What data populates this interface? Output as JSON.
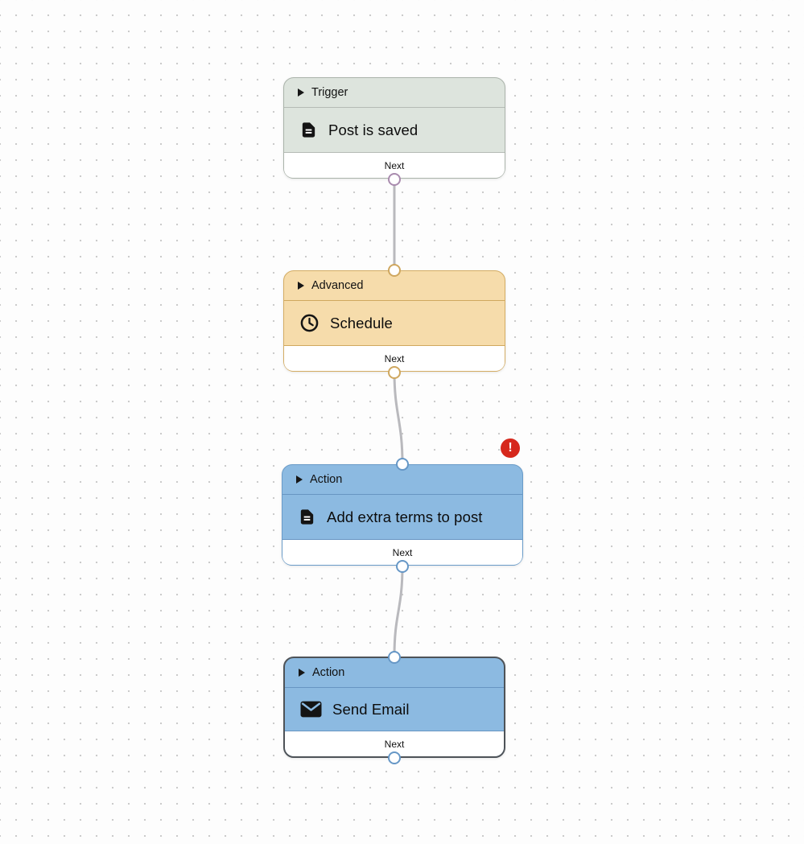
{
  "canvas": {
    "background_color": "#fdfdfd",
    "grid_dot_color": "#cbcbcb",
    "connector_color": "#b9b9bd"
  },
  "nodes": [
    {
      "kind_label": "Trigger",
      "title": "Post is saved",
      "next_label": "Next",
      "icon": "document-icon",
      "has_input_port": false,
      "has_error_badge": false,
      "selected": false,
      "colors": {
        "bg": "#dde4dd",
        "border": "#aab3aa",
        "divider": "#b5bbb5",
        "port": "#a98bae"
      }
    },
    {
      "kind_label": "Advanced",
      "title": "Schedule",
      "next_label": "Next",
      "icon": "clock-icon",
      "has_input_port": true,
      "has_error_badge": false,
      "selected": false,
      "colors": {
        "bg": "#f6dcab",
        "border": "#d4ad64",
        "divider": "#d0a85e",
        "port": "#cfa75f"
      }
    },
    {
      "kind_label": "Action",
      "title": "Add extra terms to post",
      "next_label": "Next",
      "icon": "document-icon",
      "has_input_port": true,
      "has_error_badge": true,
      "selected": false,
      "colors": {
        "bg": "#8cbae1",
        "border": "#699bc8",
        "divider": "#6795c2",
        "port": "#6697c6"
      }
    },
    {
      "kind_label": "Action",
      "title": "Send Email",
      "next_label": "Next",
      "icon": "email-icon",
      "has_input_port": true,
      "has_error_badge": false,
      "selected": true,
      "colors": {
        "bg": "#8cbae1",
        "border": "#4e5358",
        "divider": "#6795c2",
        "port": "#6697c6"
      }
    }
  ],
  "error_badge": {
    "symbol": "!",
    "color": "#d6281c"
  }
}
